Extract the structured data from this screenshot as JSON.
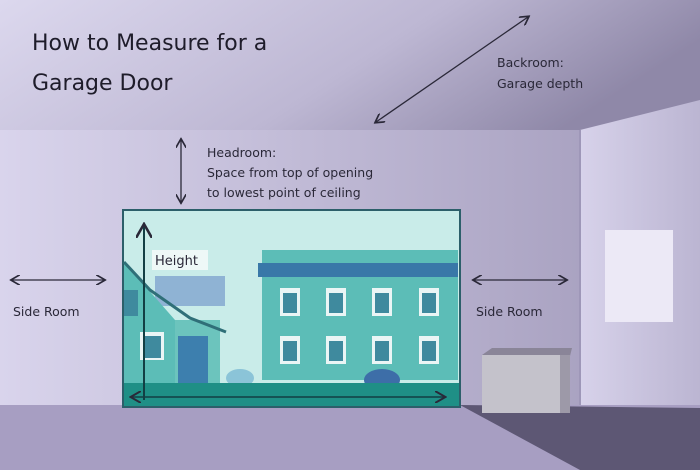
{
  "title": {
    "line1": "How to Measure for a",
    "line2": "Garage Door"
  },
  "backroom": {
    "heading": "Backroom:",
    "text": "Garage depth"
  },
  "headroom": {
    "heading": "Headroom:",
    "line1": "Space from top of opening",
    "line2": "to lowest point of ceiling"
  },
  "height_label": "Height",
  "side_room_left": "Side Room",
  "side_room_right": "Side Room",
  "colors": {
    "wall": "#cfc9e3",
    "ceiling": "#b9b3d0",
    "floor": "#a79ec2",
    "opening_sky": "#c9ece9",
    "building": "#5cbdb7",
    "building_band": "#3978a8",
    "ground": "#1f8f86",
    "arrow": "#2a2838"
  }
}
